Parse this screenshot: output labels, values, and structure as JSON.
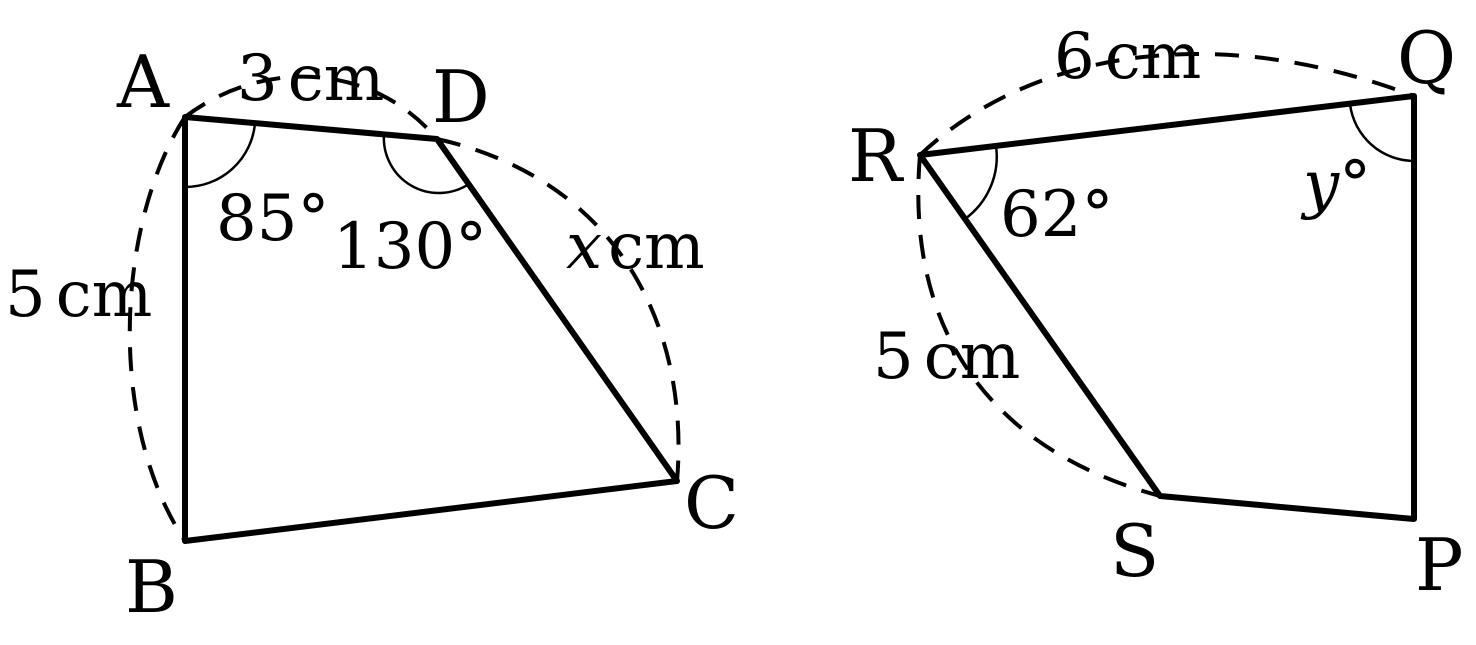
{
  "figure_left": {
    "vertices": {
      "A": "A",
      "B": "B",
      "C": "C",
      "D": "D"
    },
    "sides": {
      "AD": {
        "value": "3",
        "unit": "cm"
      },
      "AB": {
        "value": "5",
        "unit": "cm"
      },
      "DC": {
        "variable": "x",
        "unit": "cm"
      }
    },
    "angles": {
      "A": "85°",
      "D": "130°"
    }
  },
  "figure_right": {
    "vertices": {
      "P": "P",
      "Q": "Q",
      "R": "R",
      "S": "S"
    },
    "sides": {
      "RQ": {
        "value": "6",
        "unit": "cm"
      },
      "RS": {
        "value": "5",
        "unit": "cm"
      }
    },
    "angles": {
      "R": "62°",
      "Q_variable": "y",
      "Q_degree": "°"
    }
  }
}
